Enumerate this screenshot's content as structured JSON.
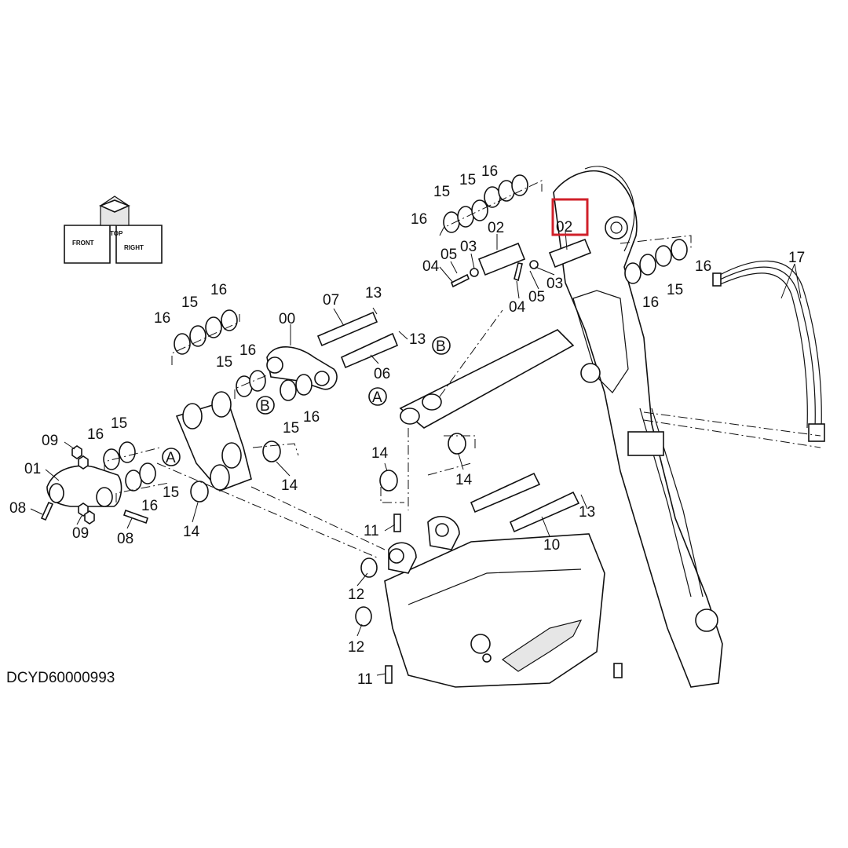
{
  "drawing_code": "DCYD60000993",
  "highlight": {
    "label": "02",
    "color": "#d0202a"
  },
  "compass": {
    "front": "FRONT",
    "top": "TOP",
    "right": "RIGHT"
  },
  "labels": {
    "l00": "00",
    "l01": "01",
    "l02a": "02",
    "l02b": "02",
    "l03a": "03",
    "l03b": "03",
    "l04a": "04",
    "l04b": "04",
    "l05a": "05",
    "l05b": "05",
    "l06": "06",
    "l07": "07",
    "l08a": "08",
    "l08b": "08",
    "l09a": "09",
    "l09b": "09",
    "l10": "10",
    "l11a": "11",
    "l11b": "11",
    "l12a": "12",
    "l12b": "12",
    "l13a": "13",
    "l13b": "13",
    "l13c": "13",
    "l14a": "14",
    "l14b": "14",
    "l14c": "14",
    "l14d": "14",
    "l15a": "15",
    "l15b": "15",
    "l15c": "15",
    "l15d": "15",
    "l15e": "15",
    "l15f": "15",
    "l15g": "15",
    "l15h": "15",
    "l16a": "16",
    "l16b": "16",
    "l16c": "16",
    "l16d": "16",
    "l16e": "16",
    "l16f": "16",
    "l16g": "16",
    "l16h": "16",
    "l16i": "16",
    "l17": "17",
    "refA1": "A",
    "refA2": "A",
    "refB1": "B",
    "refB2": "B"
  }
}
